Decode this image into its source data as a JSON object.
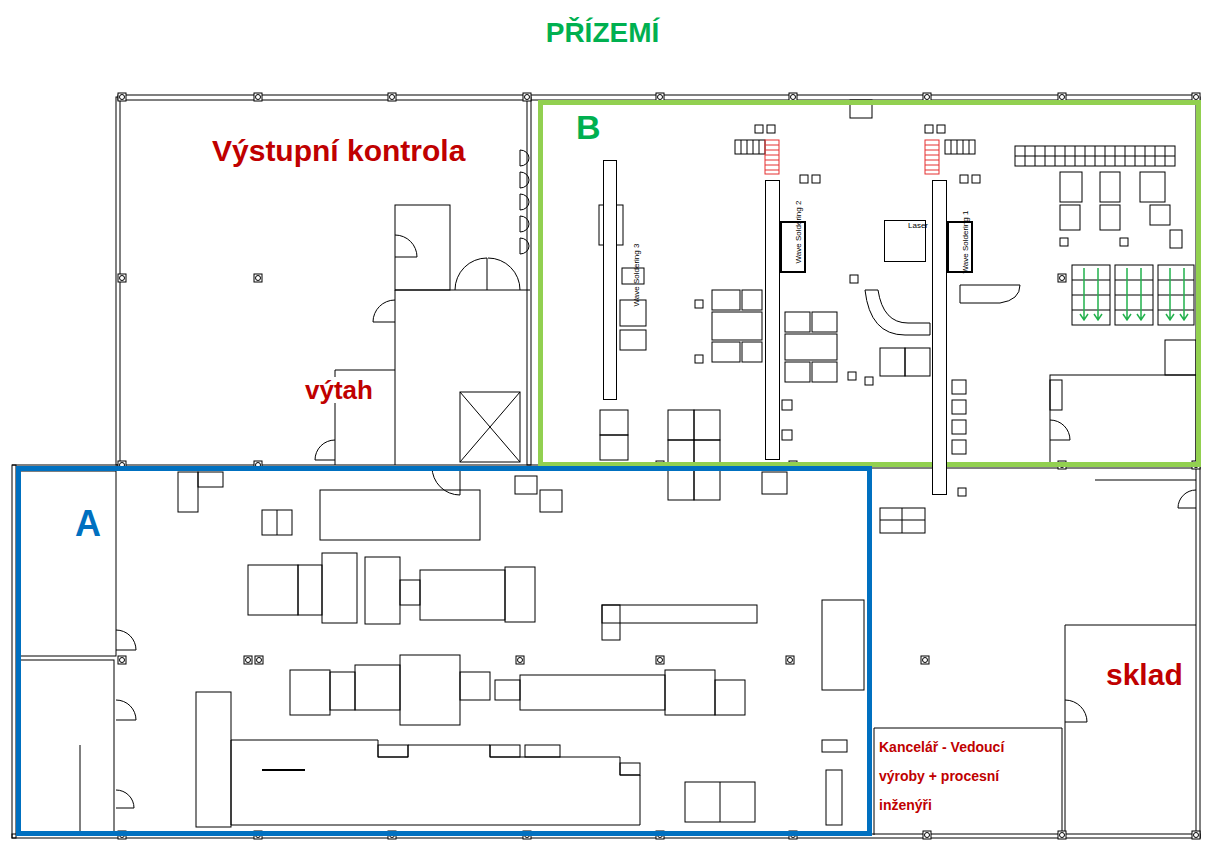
{
  "diagram": {
    "title": "PŘÍZEMÍ",
    "nodes": [
      {
        "text": [
          "Výstupní kontrola"
        ]
      },
      {
        "text": [
          "B"
        ]
      },
      {
        "text": [
          "Wave Soldering 3"
        ],
        "in": 1
      },
      {
        "text": [
          "Wave Soldering 2"
        ],
        "in": 1
      },
      {
        "text": [
          "Wave Soldering 1"
        ],
        "in": 1
      },
      {
        "text": [
          "Laser"
        ],
        "in": 1
      },
      {
        "text": [
          "A"
        ]
      },
      {
        "text": [
          "sklad"
        ]
      },
      {
        "text": [
          "Kancelář - Vedoucí výroby + procesní inženýři"
        ]
      }
    ],
    "labels": [
      "výtah"
    ]
  }
}
